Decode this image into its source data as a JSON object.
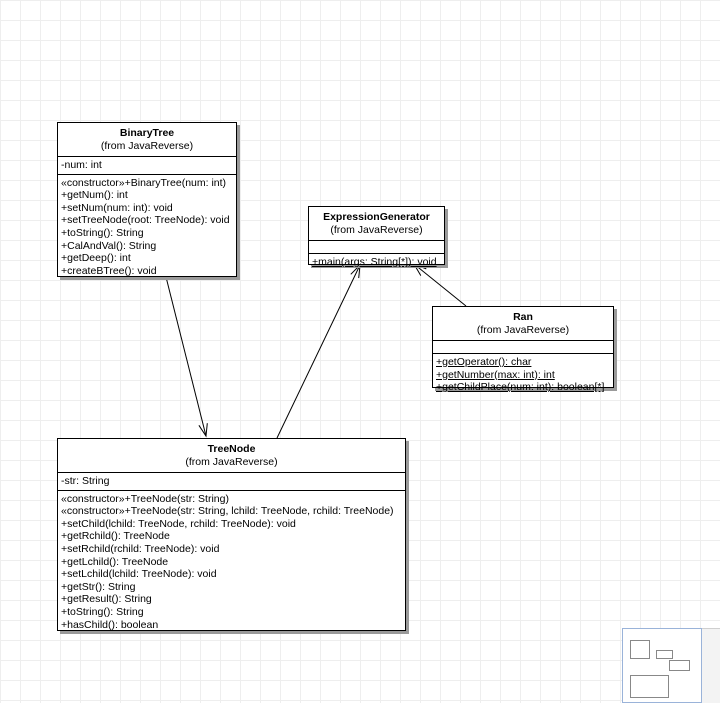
{
  "classes": {
    "binary_tree": {
      "name": "BinaryTree",
      "from": "(from JavaReverse)",
      "attributes": [
        "-num: int"
      ],
      "operations": [
        "«constructor»+BinaryTree(num: int)",
        "+getNum(): int",
        "+setNum(num: int): void",
        "+setTreeNode(root: TreeNode): void",
        "+toString(): String",
        "+CalAndVal(): String",
        "+getDeep(): int",
        "+createBTree(): void"
      ]
    },
    "expression_generator": {
      "name": "ExpressionGenerator",
      "from": "(from JavaReverse)",
      "attributes": [],
      "operations": [
        "+main(args: String[*]): void"
      ]
    },
    "ran": {
      "name": "Ran",
      "from": "(from JavaReverse)",
      "attributes": [],
      "operations": [
        "+getOperator(): char",
        "+getNumber(max: int): int",
        "+getChildPlace(num: int): boolean[*]"
      ]
    },
    "tree_node": {
      "name": "TreeNode",
      "from": "(from JavaReverse)",
      "attributes": [
        "-str: String"
      ],
      "operations": [
        "«constructor»+TreeNode(str: String)",
        "«constructor»+TreeNode(str: String, lchild: TreeNode, rchild: TreeNode)",
        "+setChild(lchild: TreeNode, rchild: TreeNode): void",
        "+getRchild(): TreeNode",
        "+setRchild(rchild: TreeNode): void",
        "+getLchild(): TreeNode",
        "+setLchild(lchild: TreeNode): void",
        "+getStr(): String",
        "+getResult(): String",
        "+toString(): String",
        "+hasChild(): boolean"
      ]
    }
  },
  "relations": [
    {
      "from": "BinaryTree",
      "to": "TreeNode"
    },
    {
      "from": "TreeNode",
      "to": "ExpressionGenerator"
    },
    {
      "from": "Ran",
      "to": "ExpressionGenerator"
    }
  ]
}
